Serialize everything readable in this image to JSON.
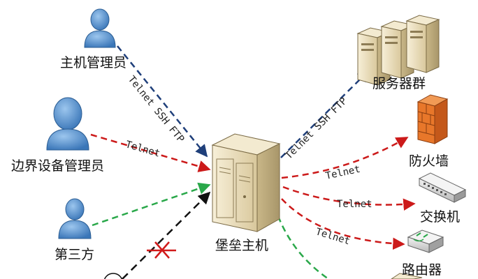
{
  "nodes": {
    "host_admin": {
      "label": "主机管理员",
      "icon": "user-icon"
    },
    "edge_admin": {
      "label": "边界设备管理员",
      "icon": "user-icon"
    },
    "third_party": {
      "label": "第三方",
      "icon": "user-icon"
    },
    "bastion": {
      "label": "堡垒主机",
      "icon": "server-tower-icon"
    },
    "server_group": {
      "label": "服务器群",
      "icon": "server-rack-icon"
    },
    "firewall": {
      "label": "防火墙",
      "icon": "firewall-icon"
    },
    "switch": {
      "label": "交换机",
      "icon": "switch-icon"
    },
    "router": {
      "label": "路由器",
      "icon": "router-icon"
    }
  },
  "edges": {
    "host_admin": "Telnet SSH FTP",
    "edge_admin": "Telnet",
    "server_group": "Telnet SSH FTP",
    "firewall": "Telnet",
    "switch": "Telnet",
    "router": "Telnet"
  },
  "colors": {
    "blue_line": "#1f3f7a",
    "red_line": "#cc1a1a",
    "green_line": "#2aa84a",
    "black_line": "#111111",
    "user_blue": "#4f8fcf",
    "server_beige": "#efe3c2",
    "firewall_orange": "#e8772a"
  }
}
